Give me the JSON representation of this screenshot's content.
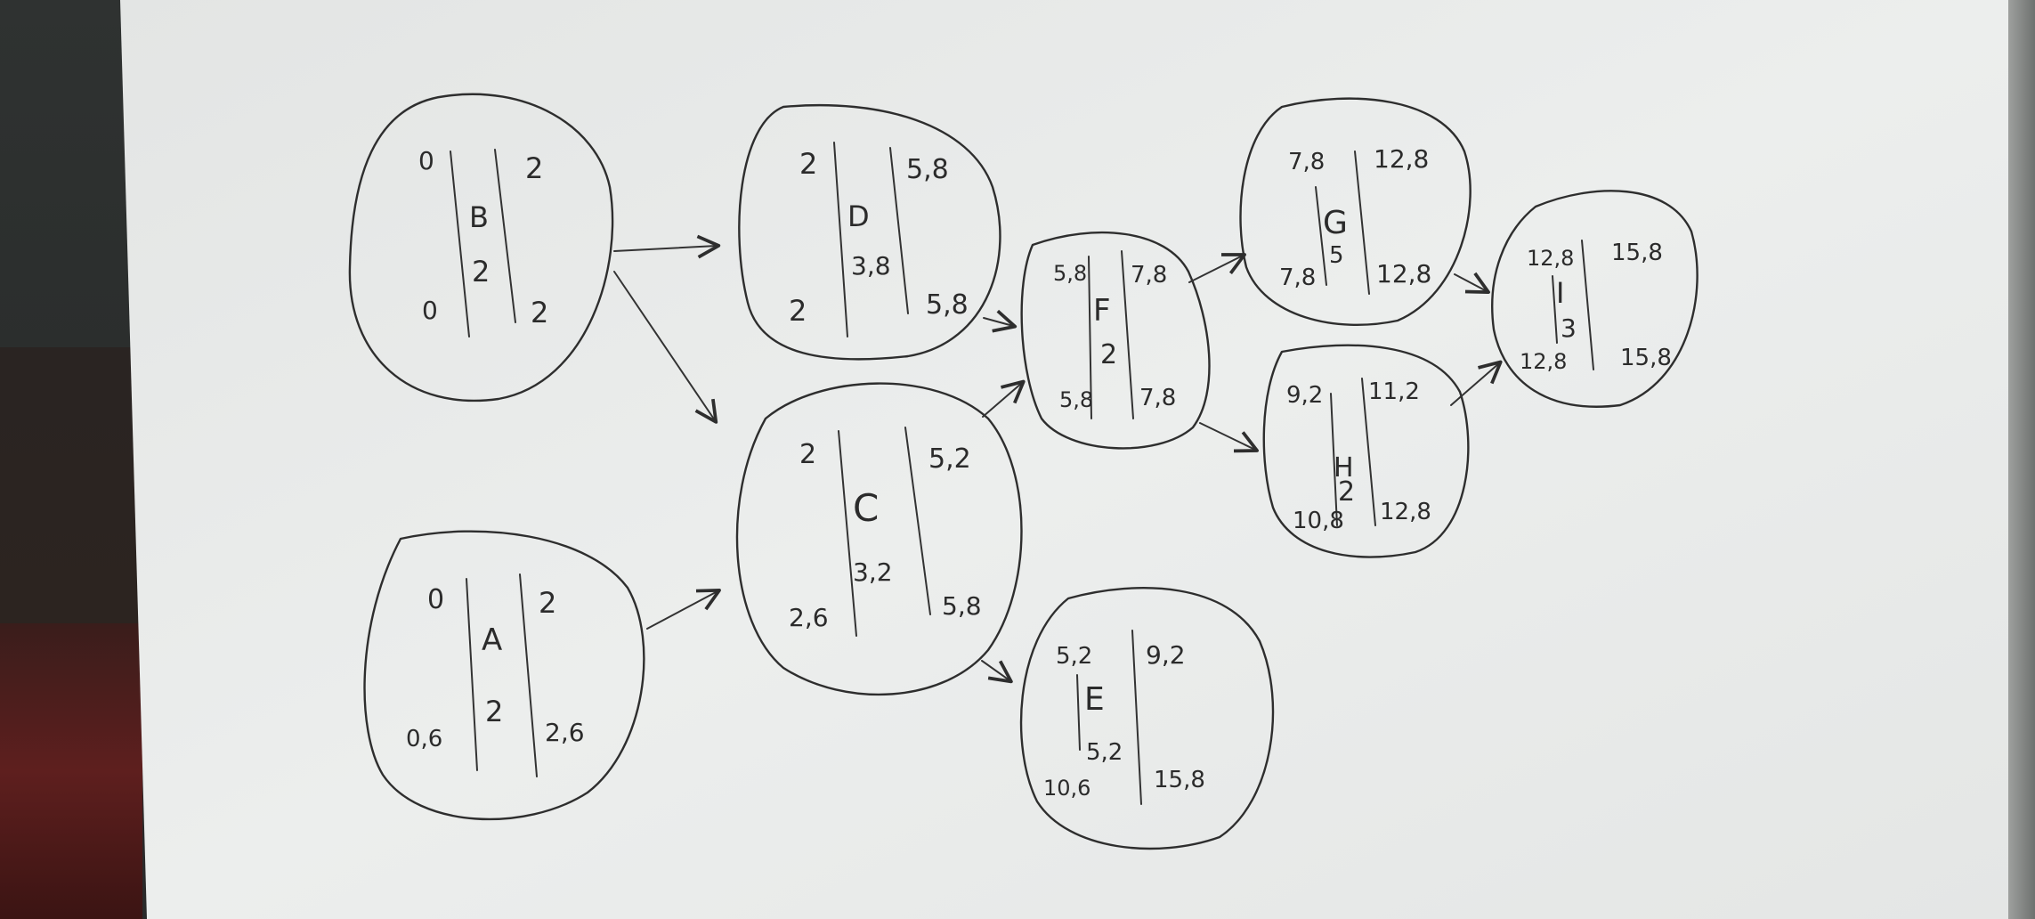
{
  "nodes": {
    "B": {
      "name": "B",
      "duration": "2",
      "es": "0",
      "ef": "2",
      "ls": "0",
      "lf": "2"
    },
    "D": {
      "name": "D",
      "duration": "3,8",
      "es": "2",
      "ef": "5,8",
      "ls": "2",
      "lf": "5,8"
    },
    "C": {
      "name": "C",
      "duration": "3,2",
      "es": "2",
      "ef": "5,2",
      "ls": "2,6",
      "lf": "5,8"
    },
    "A": {
      "name": "A",
      "duration": "2",
      "es": "0",
      "ef": "2",
      "ls": "0,6",
      "lf": "2,6"
    },
    "F": {
      "name": "F",
      "duration": "2",
      "es": "5,8",
      "ef": "7,8",
      "ls": "5,8",
      "lf": "7,8"
    },
    "E": {
      "name": "E",
      "duration": "5,2",
      "es": "5,2",
      "ef": "9,2",
      "ls": "10,6",
      "lf": "15,8"
    },
    "G": {
      "name": "G",
      "duration": "5",
      "es": "7,8",
      "ef": "12,8",
      "ls": "7,8",
      "lf": "12,8"
    },
    "H": {
      "name": "H",
      "duration": "2",
      "es": "9,2",
      "ef": "11,2",
      "ls": "10,8",
      "lf": "12,8"
    },
    "I": {
      "name": "I",
      "duration": "3",
      "es": "12,8",
      "ef": "15,8",
      "ls": "12,8",
      "lf": "15,8"
    }
  },
  "edges": [
    {
      "from": "B",
      "to": "D"
    },
    {
      "from": "B",
      "to": "C"
    },
    {
      "from": "A",
      "to": "C"
    },
    {
      "from": "D",
      "to": "F"
    },
    {
      "from": "C",
      "to": "F"
    },
    {
      "from": "C",
      "to": "E"
    },
    {
      "from": "F",
      "to": "G"
    },
    {
      "from": "F",
      "to": "H"
    },
    {
      "from": "G",
      "to": "I"
    },
    {
      "from": "H",
      "to": "I"
    }
  ],
  "colors": {
    "paper": "#e9ebea",
    "ink": "#2e2e2e"
  }
}
